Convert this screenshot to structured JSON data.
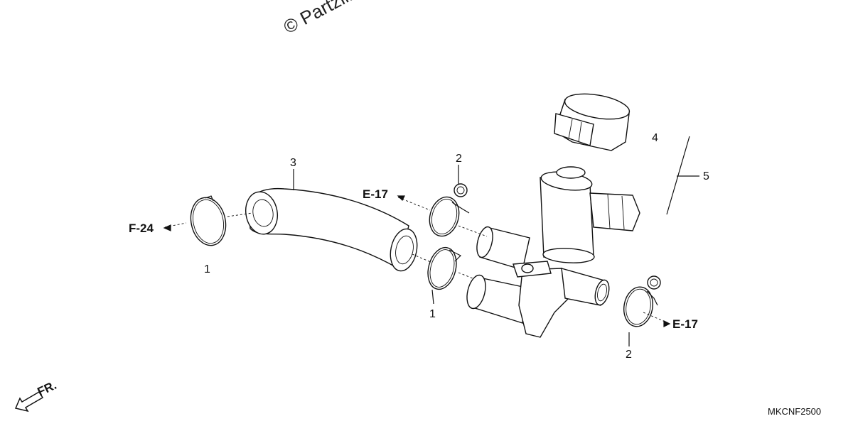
{
  "watermark": "© Partzilla",
  "drawing_code": "MKCNF2500",
  "front_mark": "FR.",
  "callouts": {
    "c1_left": "1",
    "c1_mid": "1",
    "c2_top": "2",
    "c2_bottom": "2",
    "c3": "3",
    "c4": "4",
    "c5": "5"
  },
  "references": {
    "f24": "F-24",
    "e17_top": "E-17",
    "e17_bottom": "E-17"
  },
  "parts": {
    "clamp_band": "clamp-band",
    "hose": "hose",
    "spring_clip": "spring-clip",
    "valve_body": "valve-assembly",
    "cover_cap": "cover-cap"
  }
}
